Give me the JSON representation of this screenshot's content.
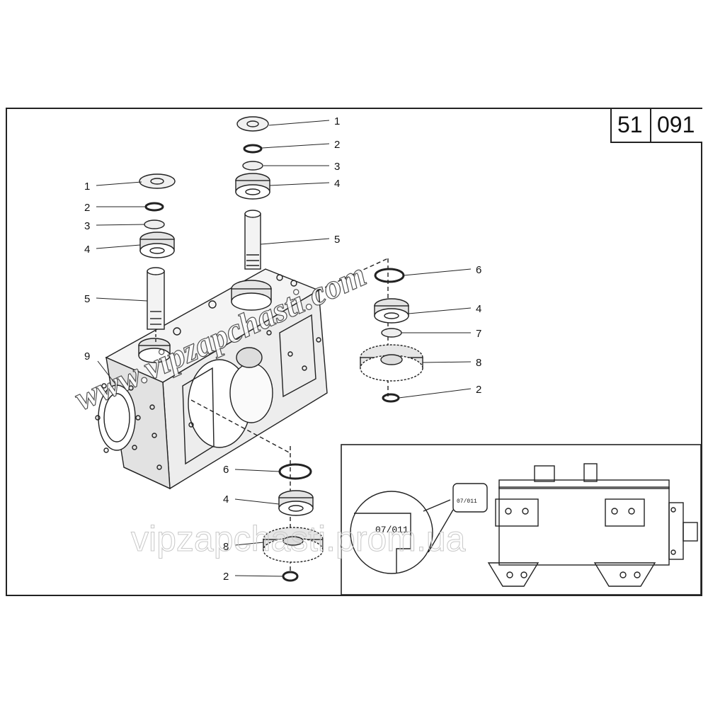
{
  "sheet_code": {
    "group": "51",
    "number": "091"
  },
  "callouts": {
    "c1a": "1",
    "c2a": "2",
    "c3a": "3",
    "c4a": "4",
    "c5a": "5",
    "c1b": "1",
    "c2b": "2",
    "c3b": "3",
    "c4b": "4",
    "c5b": "5",
    "c6a": "6",
    "c4c": "4",
    "c7": "7",
    "c8a": "8",
    "c2c": "2",
    "c9": "9",
    "c6b": "6",
    "c4d": "4",
    "c8b": "8",
    "c2d": "2"
  },
  "inset": {
    "detail_large": "07/011",
    "detail_small": "07/011"
  },
  "watermarks": {
    "diagonal": "www.vipzapchasti.com",
    "horizontal": "vipzapchasti.prom.ua"
  }
}
